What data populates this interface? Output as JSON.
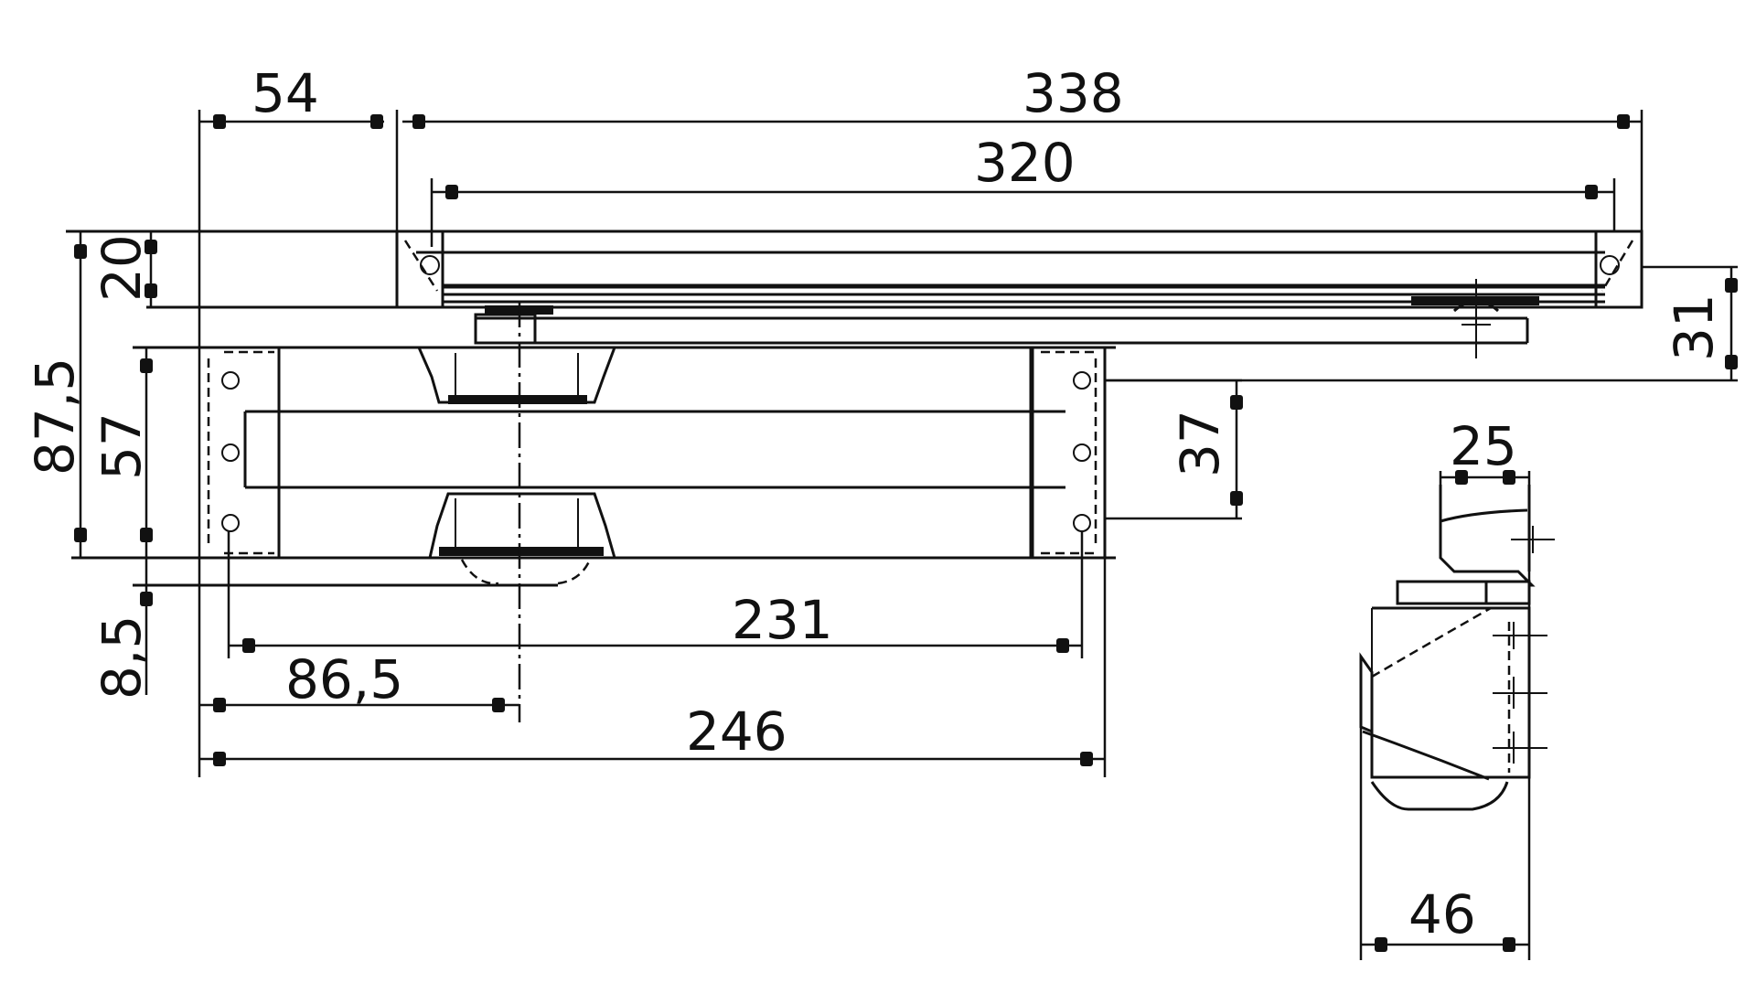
{
  "drawing": {
    "subject": "Overhead door closer with slide rail — technical dimension drawing",
    "units": "mm",
    "line_color": "#111111",
    "background": "#ffffff"
  },
  "dimensions": {
    "top_left_offset": "54",
    "rail_total_length": "338",
    "rail_hole_spacing": "320",
    "rail_height": "20",
    "overall_height": "87,5",
    "body_height": "57",
    "arm_offset": "31",
    "mount_hole_spacing_vertical": "37",
    "bottom_offset": "8,5",
    "body_hole_spacing": "231",
    "axis_offset": "86,5",
    "body_length": "246",
    "side_view_top_width": "25",
    "side_view_depth": "46"
  },
  "views": {
    "front": {
      "label": "front-view"
    },
    "side": {
      "label": "side-view"
    }
  }
}
